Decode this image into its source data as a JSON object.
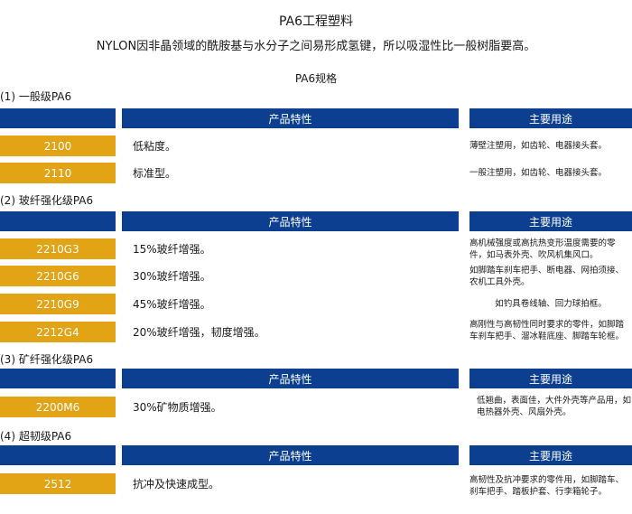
{
  "title": "PA6工程塑料",
  "intro": "NYLON因非晶领域的酰胺基与水分子之间易形成氢键，所以吸湿性比一般树脂要高。",
  "spec_title": "PA6规格",
  "header": {
    "property": "产品特性",
    "usage": "主要用途"
  },
  "sections": [
    {
      "label": "(1) 一般级PA6",
      "rows": [
        {
          "code": "2100",
          "property": "低粘度。",
          "usage": "薄壁注塑用，如齿轮、电器接头套。"
        },
        {
          "code": "2110",
          "property": "标准型。",
          "usage": "一般注塑用，如齿轮、电器接头套。"
        }
      ]
    },
    {
      "label": "(2) 玻纤强化级PA6",
      "rows": [
        {
          "code": "2210G3",
          "property": "15%玻纤增强。",
          "usage": "高机械强度或高抗热变形温度需要的零件，如马表外壳、吹风机集风口。"
        },
        {
          "code": "2210G6",
          "property": "30%玻纤增强。",
          "usage": "如脚踏车刹车把手、断电器、网拍须接、农机工具外壳。"
        },
        {
          "code": "2210G9",
          "property": "45%玻纤增强。",
          "usage": "如钓具卷线轴、回力球拍框。"
        },
        {
          "code": "2212G4",
          "property": "20%玻纤增强，韧度增强。",
          "usage": "高刚性与高韧性同时要求的零件，如脚踏车刹车把手、溜冰鞋底座、脚踏车轮框。"
        }
      ]
    },
    {
      "label": "(3) 矿纤强化级PA6",
      "rows": [
        {
          "code": "2200M6",
          "property": "30%矿物质增强。",
          "usage": "低翘曲，表面佳，大件外壳等产品用，如电热器外壳、风扇外壳。"
        }
      ]
    },
    {
      "label": "(4) 超韧级PA6",
      "rows": [
        {
          "code": "2512",
          "property": "抗冲及快速成型。",
          "usage": "高韧性及抗冲要求的零件用，如脚踏车、刹车把手、踏板护套、行李箱轮子。"
        }
      ]
    }
  ]
}
